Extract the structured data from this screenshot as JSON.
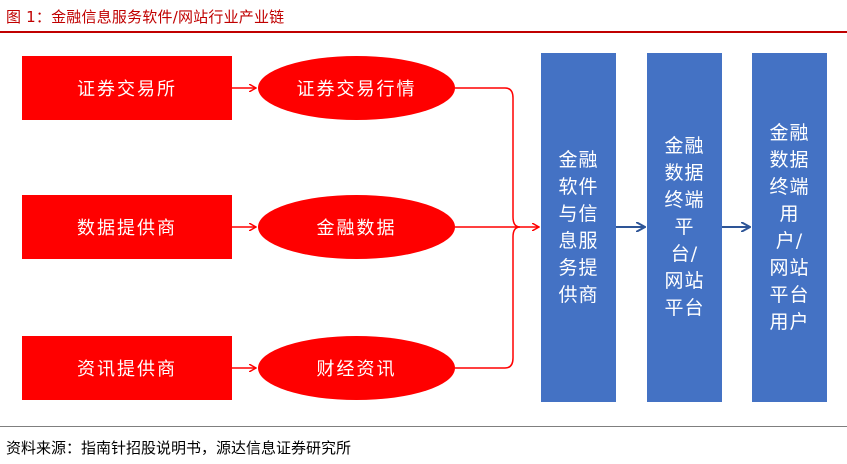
{
  "title": "图 1：金融信息服务软件/网站行业产业链",
  "sources": [
    {
      "label": "证券交易所"
    },
    {
      "label": "数据提供商"
    },
    {
      "label": "资讯提供商"
    }
  ],
  "products": [
    {
      "label": "证券交易行情"
    },
    {
      "label": "金融数据"
    },
    {
      "label": "财经资讯"
    }
  ],
  "chain": [
    {
      "label": "金融软件与信息服务提供商"
    },
    {
      "label": "金融数据终端平台/网站平台"
    },
    {
      "label": "金融数据终端用户/网站平台用户"
    }
  ],
  "colors": {
    "source_fill": "#ff0000",
    "chain_fill": "#4472c4",
    "connector": "#ff0000",
    "arrow": "#2e5597",
    "title": "#c00000"
  },
  "source_note": "资料来源：指南针招股说明书，源达信息证券研究所"
}
